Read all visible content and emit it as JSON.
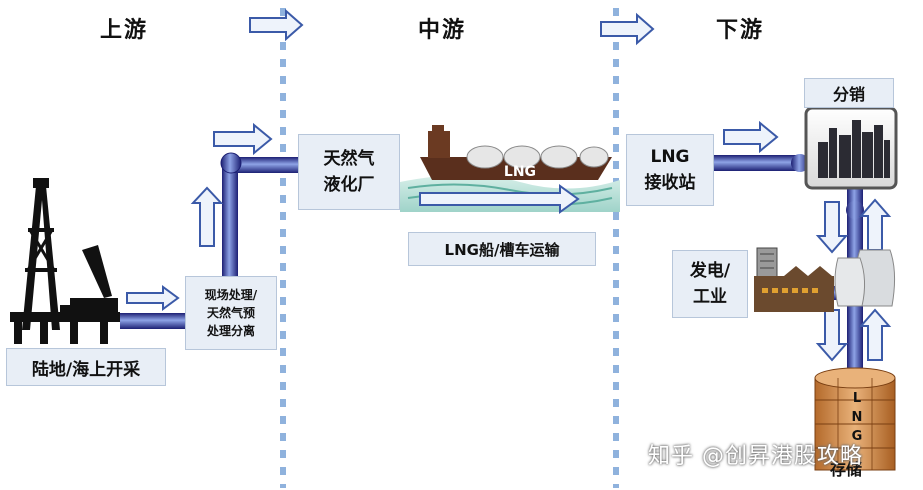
{
  "stages": {
    "upstream": "上游",
    "midstream": "中游",
    "downstream": "下游"
  },
  "boxes": {
    "onshore_offshore": "陆地/海上开采",
    "field_processing": [
      "现场处理/",
      "天然气预",
      "处理分离"
    ],
    "liquefaction": [
      "天然气",
      "液化厂"
    ],
    "transport": "LNG船/槽车运输",
    "receiving": [
      "LNG",
      "接收站"
    ],
    "distribution": "分销",
    "power_industry": [
      "发电/",
      "工业"
    ],
    "storage": "存储"
  },
  "ship_label": "LNG",
  "tank_letters": [
    "L",
    "N",
    "G"
  ],
  "watermark": "知乎 @创昇港股攻略",
  "colors": {
    "pipe": "#2a2f8f",
    "pipe_highlight": "#8ea3e6",
    "divider": "#8fb2dd",
    "arrow_fill": "#eef3fb",
    "arrow_stroke": "#3b5aa8",
    "box_fill": "#e8eef6"
  }
}
